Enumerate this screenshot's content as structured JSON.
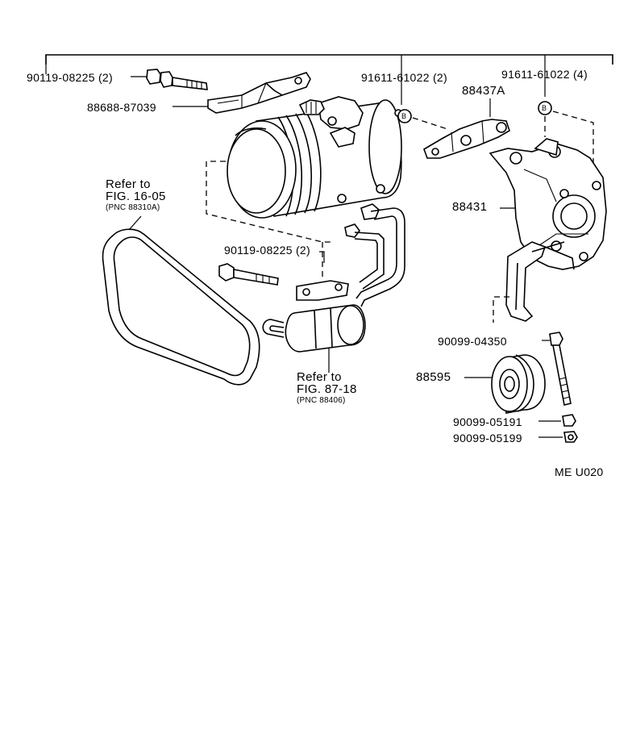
{
  "labels": {
    "bolt_top_left": "90119-08225 (2)",
    "bracket_top": "88688-87039",
    "bolt_b_left": "91611-61022 (2)",
    "bolt_b_right": "91611-61022 (4)",
    "stay_88437a": "88437A",
    "bracket_88431": "88431",
    "belt_refer_1": "Refer to",
    "belt_refer_2": "FIG. 16-05",
    "belt_refer_3": "(PNC 88310A)",
    "bolt_middle": "90119-08225 (2)",
    "bolt_lower": "90099-04350",
    "pulley": "88595",
    "nut_1": "90099-05191",
    "nut_2": "90099-05199",
    "receiver_refer_1": "Refer to",
    "receiver_refer_2": "FIG. 87-18",
    "receiver_refer_3": "(PNC 88406)",
    "callout_b": "B",
    "figure_code": "ME  U020"
  }
}
